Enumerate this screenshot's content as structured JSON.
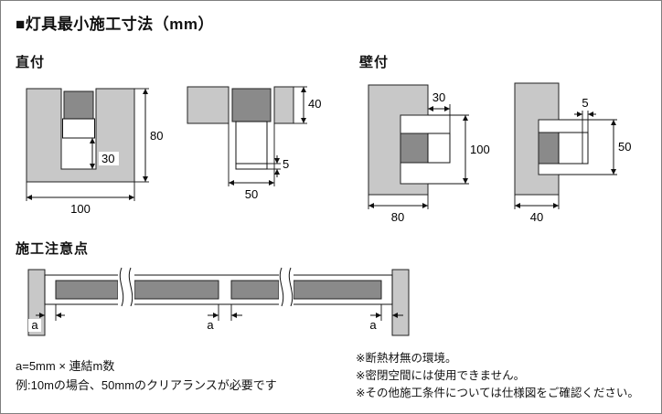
{
  "title": "■灯具最小施工寸法（mm）",
  "sections": {
    "direct_label": "直付",
    "wall_label": "壁付",
    "caution_label": "施工注意点"
  },
  "diagrams": {
    "direct_left": {
      "depth": "80",
      "clearance": "30",
      "width": "100"
    },
    "direct_right": {
      "thickness": "40",
      "lip": "5",
      "width": "50"
    },
    "wall_left": {
      "protrusion": "30",
      "height": "100",
      "width": "80"
    },
    "wall_right": {
      "lip": "5",
      "height": "50",
      "width": "40"
    },
    "caution": {
      "gap_left": "a",
      "gap_middle": "a",
      "gap_right": "a"
    }
  },
  "notes_left": {
    "line1": "a=5mm × 連結m数",
    "line2": "例:10mの場合、50mmのクリアランスが必要です"
  },
  "notes_right": {
    "line1": "※断熱材無の環境。",
    "line2": "※密閉空間には使用できません。",
    "line3": "※その他施工条件については仕様図をご確認ください。"
  },
  "colors": {
    "structure_gray": "#c8c8c8",
    "fixture_gray": "#8a8a8a",
    "line_black": "#111111"
  }
}
